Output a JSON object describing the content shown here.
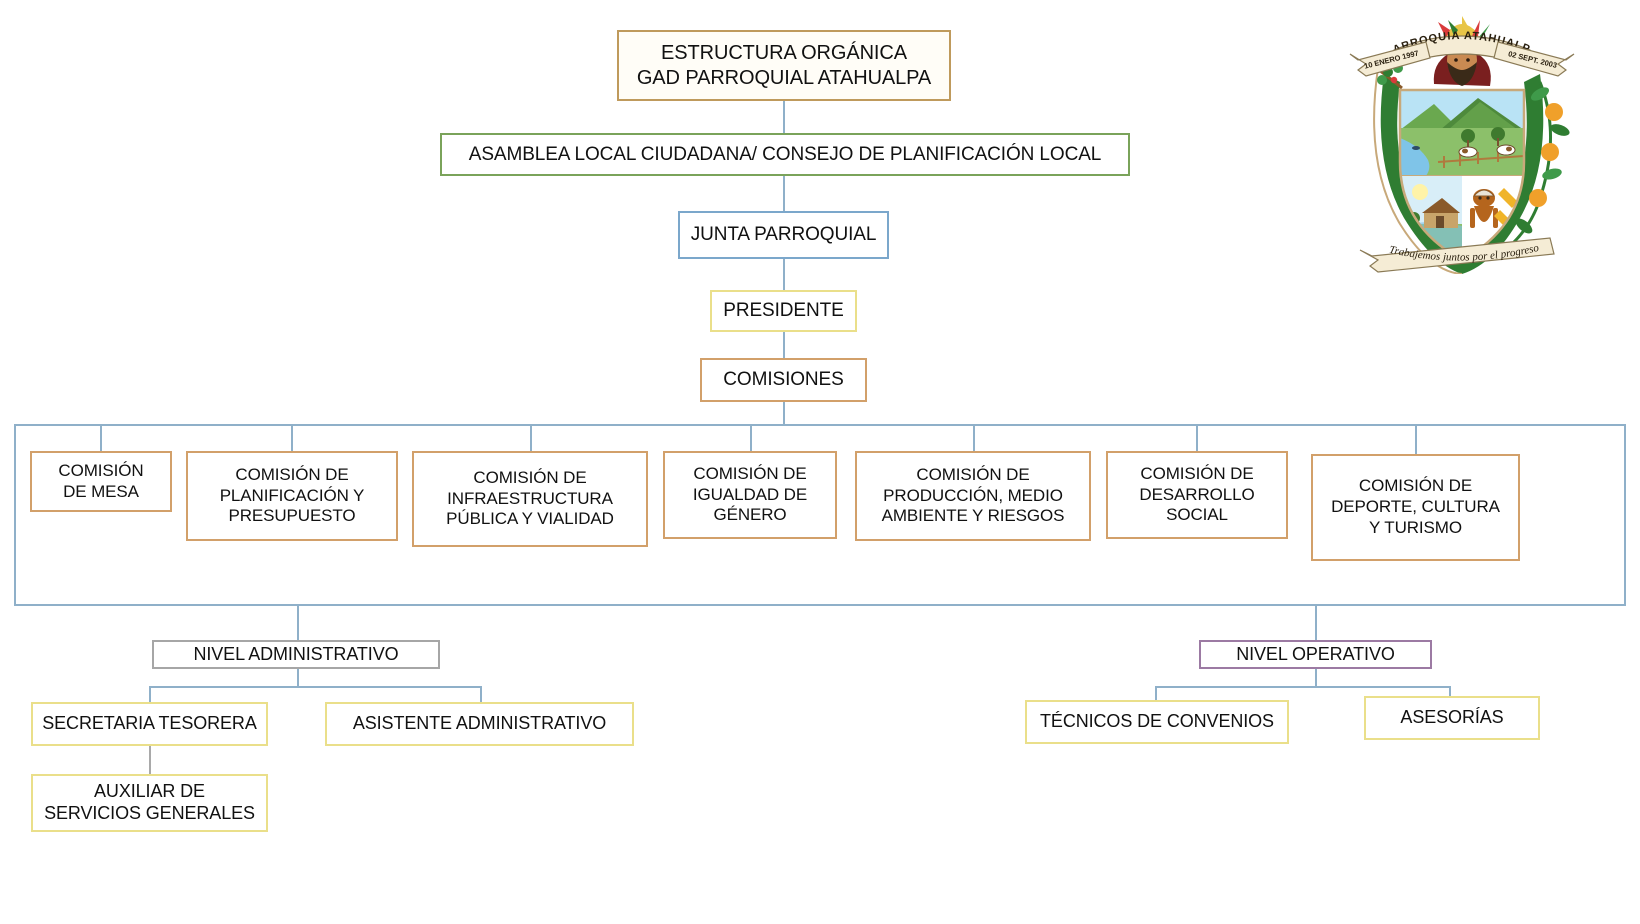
{
  "title_box": {
    "line1": "ESTRUCTURA ORGÁNICA",
    "line2": "GAD PARROQUIAL ATAHUALPA",
    "text": "ESTRUCTURA ORGÁNICA\nGAD PARROQUIAL ATAHUALPA"
  },
  "nodes": {
    "assembly": "ASAMBLEA LOCAL CIUDADANA/ CONSEJO DE PLANIFICACIÓN LOCAL",
    "junta": "JUNTA PARROQUIAL",
    "presidente": "PRESIDENTE",
    "comisiones": "COMISIONES",
    "nivel_administrativo": "NIVEL ADMINISTRATIVO",
    "nivel_operativo": "NIVEL OPERATIVO"
  },
  "commissions": [
    {
      "id": "mesa",
      "text": "COMISIÓN\nDE MESA"
    },
    {
      "id": "planificacion",
      "text": "COMISIÓN DE\nPLANIFICACIÓN Y\nPRESUPUESTO"
    },
    {
      "id": "infraestructura",
      "text": "COMISIÓN DE\nINFRAESTRUCTURA\nPÚBLICA Y VIALIDAD"
    },
    {
      "id": "igualdad",
      "text": "COMISIÓN DE\nIGUALDAD DE\nGÉNERO"
    },
    {
      "id": "produccion",
      "text": "COMISIÓN DE\nPRODUCCIÓN, MEDIO\nAMBIENTE Y RIESGOS"
    },
    {
      "id": "desarrollo",
      "text": "COMISIÓN DE\nDESARROLLO\nSOCIAL"
    },
    {
      "id": "deporte",
      "text": "COMISIÓN DE\nDEPORTE, CULTURA\nY TURISMO"
    }
  ],
  "administrative": [
    {
      "id": "secretaria",
      "text": "SECRETARIA TESORERA"
    },
    {
      "id": "asistente",
      "text": "ASISTENTE ADMINISTRATIVO"
    },
    {
      "id": "auxiliar",
      "text": "AUXILIAR DE\nSERVICIOS GENERALES"
    }
  ],
  "operative": [
    {
      "id": "tecnicos",
      "text": "TÉCNICOS DE CONVENIOS"
    },
    {
      "id": "asesorias",
      "text": "ASESORÍAS"
    }
  ],
  "emblem": {
    "top_banner": "PARROQUIA ATAHUALPA",
    "left_banner": "10 ENERO 1997",
    "right_banner": "02 SEPT. 2003",
    "bottom_banner": "Trabajemos juntos por el progreso"
  },
  "colors": {
    "tan_border": "#bf9a5c",
    "commission_border": "#d2a06a",
    "green_border": "#7aa35a",
    "blue_border": "#7ba7cb",
    "yellow_border": "#eadf8a",
    "gray_border": "#a6a6a6",
    "purple_border": "#9c7aa3",
    "connector": "#8fb0c9",
    "text": "#111111"
  }
}
